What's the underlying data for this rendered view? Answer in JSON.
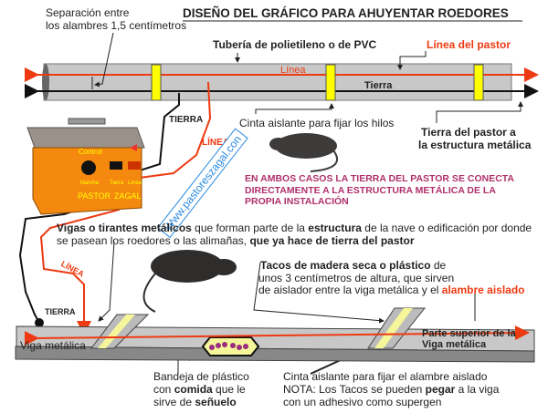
{
  "title": "DISEÑO DEL GRÁFICO PARA AHUYENTAR ROEDORES",
  "labels": {
    "separation_1": "Separación entre",
    "separation_2": "los alambres 1,5 centímetros",
    "pipe": "Tubería de polietileno o de PVC",
    "line_pastor": "Línea del pastor",
    "wire_line": "Línea",
    "wire_ground": "Tierra",
    "ground_cable": "TIERRA",
    "line_cable": "LÍNEA",
    "tape_wires": "Cinta aislante para fijar los hilos",
    "ground_struct_1": "Tierra del pastor a",
    "ground_struct_2": "la estructura metálica",
    "note_both_1": "EN AMBOS CASOS LA TIERRA DEL PASTOR SE CONECTA",
    "note_both_2": "DIRECTAMENTE A LA ESTRUCTURA METÁLICA DE LA",
    "note_both_3": "PROPIA INSTALACIÓN",
    "watermark_url": "Www.pastoreszagal.con",
    "beams": {
      "b1": "Vigas o tirantes metálicos",
      "t1": " que forman parte de la ",
      "b2": "estructura",
      "t2": " de la nave o edificación por donde",
      "t3": "se pasean los roedores  o las alimañas, ",
      "b3": "que ya hace de tierra del pastor"
    },
    "blocks": {
      "b1": "Tacos de madera seca o plástico",
      "t1": " de",
      "t2": "unos 3 centímetros de altura, que sirven",
      "t3": "de aislador entre la viga metálica y el ",
      "r1": "alambre aislado"
    },
    "ground_lower": "TIERRA",
    "line_lower": "LÍNEA",
    "beam_label": "Viga metálica",
    "beam_top_1": "Parte superior de la",
    "beam_top_2": "Viga metálica",
    "tray": {
      "t1": "Bandeja de plástico",
      "t2": "con ",
      "b1": "comida",
      "t3": " que le",
      "t4": "sirve de ",
      "b2": "señuelo"
    },
    "tape_note": {
      "t1": "Cinta aislante para fijar el alambre aislado",
      "t2": "NOTA: Los Tacos se pueden ",
      "b1": "pegar",
      "t3": " a la viga",
      "t4": "con un  adhesivo como supergen"
    }
  },
  "energizer": {
    "control": "Control",
    "marcha": "Marcha",
    "tierra": "Tierra",
    "linea": "Línea",
    "brand_1": "PASTOR",
    "brand_2": "ZAGAL"
  },
  "colors": {
    "line_wire": "#ee3a12",
    "ground_wire": "#111111",
    "tape": "#ffff00",
    "pipe": "#c8c8c8",
    "energizer": "#f5890f",
    "note": "#b0306b",
    "watermark": "#2a8ae0"
  }
}
